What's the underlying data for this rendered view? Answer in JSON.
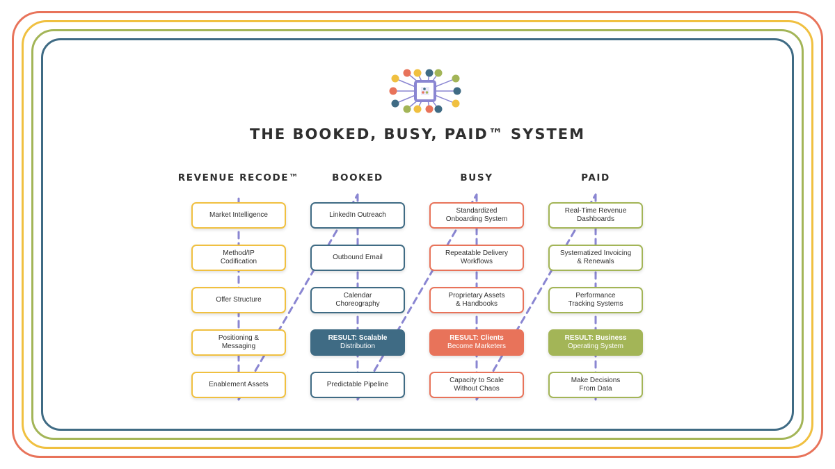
{
  "title": "THE BOOKED, BUSY, PAID™ SYSTEM",
  "icon": "circuit-chip-icon",
  "colors": {
    "orange": "#e8735a",
    "yellow": "#f0c040",
    "green": "#a3b557",
    "blue": "#3f6b84",
    "connector": "#8a86d2"
  },
  "columns": [
    {
      "heading": "REVENUE RECODE™",
      "color": "#f0c040",
      "items": [
        {
          "l1": "Market Intelligence",
          "l2": ""
        },
        {
          "l1": "Method/IP",
          "l2": "Codification"
        },
        {
          "l1": "Offer Structure",
          "l2": ""
        },
        {
          "l1": "Positioning &",
          "l2": "Messaging"
        },
        {
          "l1": "Enablement Assets",
          "l2": ""
        }
      ]
    },
    {
      "heading": "BOOKED",
      "color": "#3f6b84",
      "items": [
        {
          "l1": "LinkedIn Outreach",
          "l2": ""
        },
        {
          "l1": "Outbound Email",
          "l2": ""
        },
        {
          "l1": "Calendar",
          "l2": "Choreography"
        },
        {
          "l1": "RESULT: Scalable",
          "l2": "Distribution",
          "result": true
        },
        {
          "l1": "Predictable Pipeline",
          "l2": ""
        }
      ]
    },
    {
      "heading": "BUSY",
      "color": "#e8735a",
      "items": [
        {
          "l1": "Standardized",
          "l2": "Onboarding System"
        },
        {
          "l1": "Repeatable Delivery",
          "l2": "Workflows"
        },
        {
          "l1": "Proprietary Assets",
          "l2": "& Handbooks"
        },
        {
          "l1": "RESULT: Clients",
          "l2": "Become Marketers",
          "result": true
        },
        {
          "l1": "Capacity to Scale",
          "l2": "Without Chaos"
        }
      ]
    },
    {
      "heading": "PAID",
      "color": "#a3b557",
      "items": [
        {
          "l1": "Real-Time Revenue",
          "l2": "Dashboards"
        },
        {
          "l1": "Systematized Invoicing",
          "l2": "& Renewals"
        },
        {
          "l1": "Performance",
          "l2": "Tracking Systems"
        },
        {
          "l1": "RESULT: Business",
          "l2": "Operating System",
          "result": true
        },
        {
          "l1": "Make Decisions",
          "l2": "From Data"
        }
      ]
    }
  ]
}
